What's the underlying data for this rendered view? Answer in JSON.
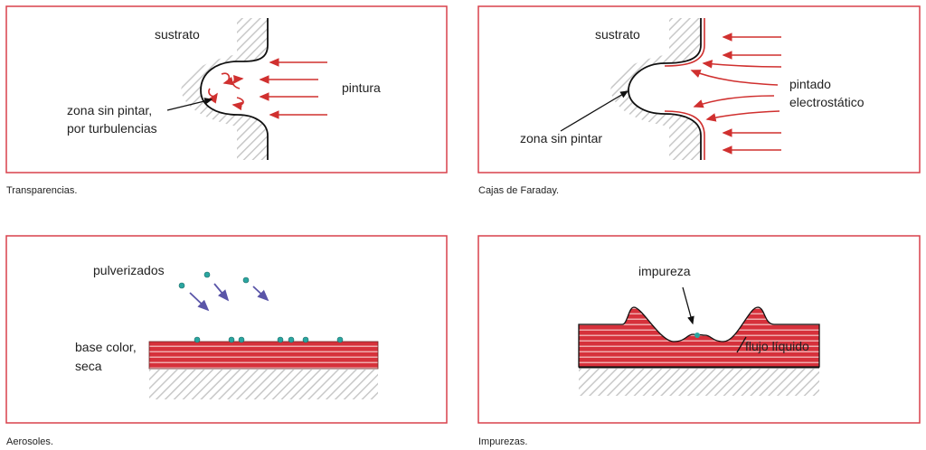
{
  "colors": {
    "frame": "#d9414b",
    "paint": "#d0302f",
    "particle": "#2aa6a0",
    "particle_arrow": "#5a55a8",
    "hatch": "#c8c8c8"
  },
  "panels": [
    {
      "caption": "Transparencias.",
      "labels": {
        "substrate": "sustrato",
        "paint": "pintura",
        "unpainted_1": "zona sin pintar,",
        "unpainted_2": "por turbulencias"
      }
    },
    {
      "caption": "Cajas de Faraday.",
      "labels": {
        "substrate": "sustrato",
        "paint_1": "pintado",
        "paint_2": "electrostático",
        "unpainted": "zona sin pintar"
      }
    },
    {
      "caption": "Aerosoles.",
      "labels": {
        "sprays": "pulverizados",
        "base_1": "base color,",
        "base_2": "seca"
      }
    },
    {
      "caption": "Impurezas.",
      "labels": {
        "impurity": "impureza",
        "flow": "flujo líquido"
      }
    }
  ]
}
